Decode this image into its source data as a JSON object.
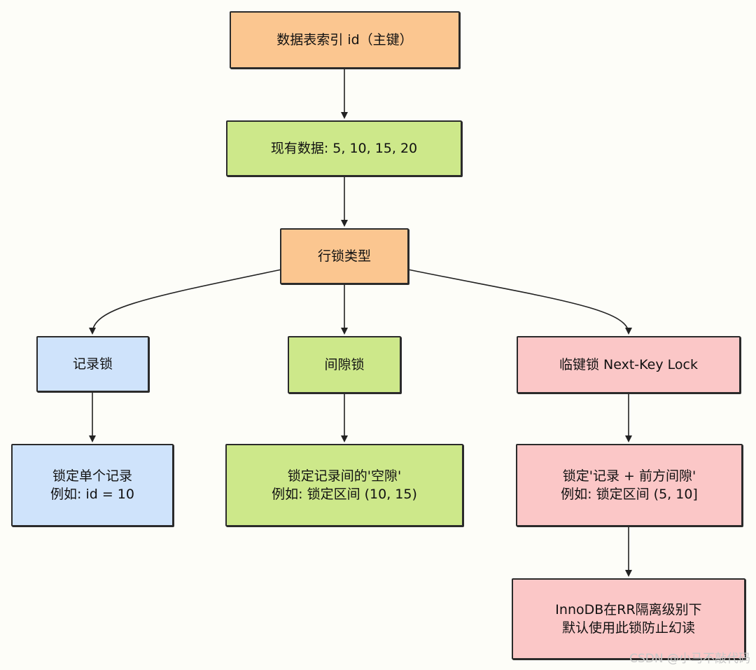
{
  "nodes": {
    "root": {
      "line1": "数据表索引 id（主键）",
      "color": "#fbc690"
    },
    "data": {
      "line1": "现有数据: 5, 10, 15, 20",
      "color": "#cde88a"
    },
    "types": {
      "line1": "行锁类型",
      "color": "#fbc690"
    },
    "record_lock": {
      "line1": "记录锁",
      "color": "#cfe3fb"
    },
    "gap_lock": {
      "line1": "间隙锁",
      "color": "#cde88a"
    },
    "next_key_lock": {
      "line1": "临键锁 Next-Key Lock",
      "color": "#fbc7c7"
    },
    "record_desc": {
      "line1": "锁定单个记录",
      "line2": "例如: id = 10",
      "color": "#cfe3fb"
    },
    "gap_desc": {
      "line1": "锁定记录间的'空隙'",
      "line2": "例如: 锁定区间 (10, 15)",
      "color": "#cde88a"
    },
    "nk_desc": {
      "line1": "锁定'记录 + 前方间隙'",
      "line2": "例如: 锁定区间 (5, 10]",
      "color": "#fbc7c7"
    },
    "innodb": {
      "line1": "InnoDB在RR隔离级别下",
      "line2": "默认使用此锁防止幻读",
      "color": "#fbc7c7"
    }
  },
  "edges": [
    [
      "root",
      "data"
    ],
    [
      "data",
      "types"
    ],
    [
      "types",
      "record_lock"
    ],
    [
      "types",
      "gap_lock"
    ],
    [
      "types",
      "next_key_lock"
    ],
    [
      "record_lock",
      "record_desc"
    ],
    [
      "gap_lock",
      "gap_desc"
    ],
    [
      "next_key_lock",
      "nk_desc"
    ],
    [
      "nk_desc",
      "innodb"
    ]
  ],
  "watermark": "CSDN @小马不敲代码"
}
